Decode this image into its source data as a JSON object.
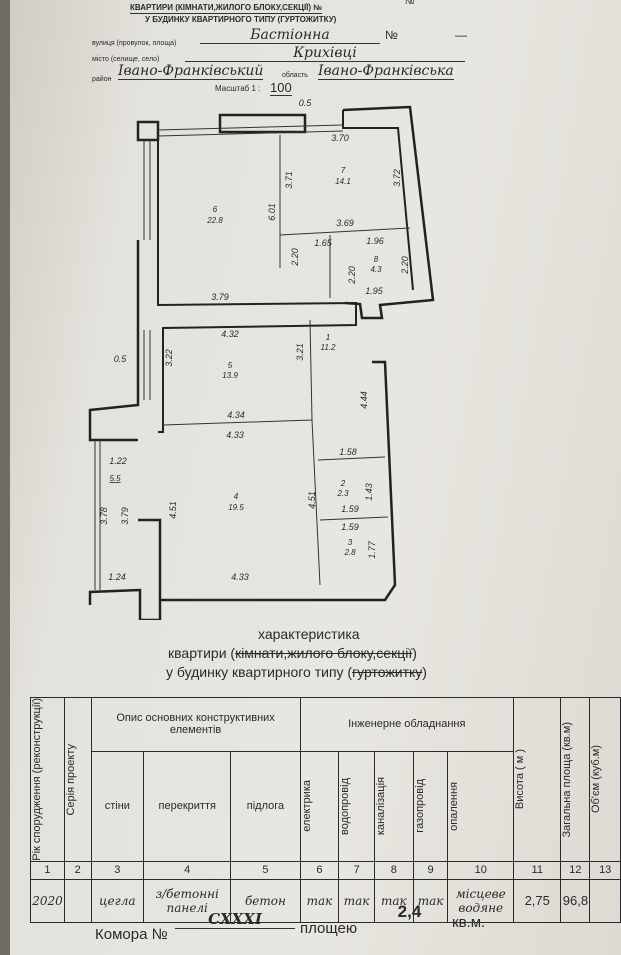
{
  "header": {
    "line0": "№",
    "title1": "КВАРТИРИ (КІМНАТИ,ЖИЛОГО БЛОКУ,СЕКЦІЇ) №",
    "title2": "У БУДИНКУ КВАРТИРНОГО ТИПУ (ГУРТОЖИТКУ)",
    "street_label": "вулиця (провулок, площа)",
    "street": "Бастіонна",
    "number_label": "№",
    "number": "—",
    "city_label": "місто (селище, село)",
    "city": "Крихівці",
    "district_label": "район",
    "district": "Івано-Франківський",
    "region_label": "область",
    "region": "Івано-Франківська",
    "scale_label": "Масштаб 1 :",
    "scale": "100"
  },
  "plan": {
    "rooms": [
      {
        "num": "6",
        "area": "22.8"
      },
      {
        "num": "7",
        "area": "14.1"
      },
      {
        "num": "8",
        "area": "4.3"
      },
      {
        "num": "1",
        "area": "11.2"
      },
      {
        "num": "5",
        "area": "13.9"
      },
      {
        "num": "4",
        "area": "19.5"
      },
      {
        "num": "2",
        "area": "2.3"
      },
      {
        "num": "3",
        "area": "2.8"
      }
    ],
    "balcony_area": "5.5",
    "dims": [
      "0.5",
      "3.70",
      "3.71",
      "3.72",
      "6.01",
      "3.69",
      "1.65",
      "1.96",
      "2.20",
      "2.20",
      "2.20",
      "1.95",
      "3.79",
      "4.32",
      "0.5",
      "3.22",
      "3.21",
      "4.44",
      "4.34",
      "4.33",
      "1.22",
      "3.78",
      "3.79",
      "4.51",
      "4.51",
      "1.58",
      "1.43",
      "1.59",
      "1.59",
      "1.77",
      "1.24",
      "4.33"
    ]
  },
  "characteristic": {
    "line1": "характеристика",
    "line2a": "квартири (",
    "line2b": "кімнати,жилого блоку,секції",
    "line2c": ")",
    "line3a": "у будинку квартирного типу (",
    "line3b": "гуртожитку",
    "line3c": ")"
  },
  "table": {
    "h_year": "Рік спорудження (реконструкції)",
    "h_series": "Серія проекту",
    "h_struct": "Опис основних конструктивних елементів",
    "h_walls": "стіни",
    "h_floors_cover": "перекриття",
    "h_floor": "підлога",
    "h_eng": "Інженерне обладнання",
    "h_elec": "електрика",
    "h_water": "водопровід",
    "h_sewer": "каналізація",
    "h_gas": "газопровід",
    "h_heat": "опалення",
    "h_height": "Висота ( м )",
    "h_area": "Загальна площа (кв.м)",
    "h_volume": "Об'єм (куб.м)",
    "nums": [
      "1",
      "2",
      "3",
      "4",
      "5",
      "6",
      "7",
      "8",
      "9",
      "10",
      "11",
      "12",
      "13"
    ],
    "row": {
      "year": "2020",
      "series": "",
      "walls": "цегла",
      "cover": "з/бетонні панелі",
      "floor": "бетон",
      "elec": "так",
      "water": "так",
      "sewer": "так",
      "gas": "так",
      "heat": "місцеве водяне",
      "height": "2,75",
      "area": "96,8",
      "volume": ""
    }
  },
  "storage": {
    "label": "Комора №",
    "number": "CXXXI",
    "area_label": "площею",
    "area": "2,4",
    "unit": "кв.м."
  }
}
